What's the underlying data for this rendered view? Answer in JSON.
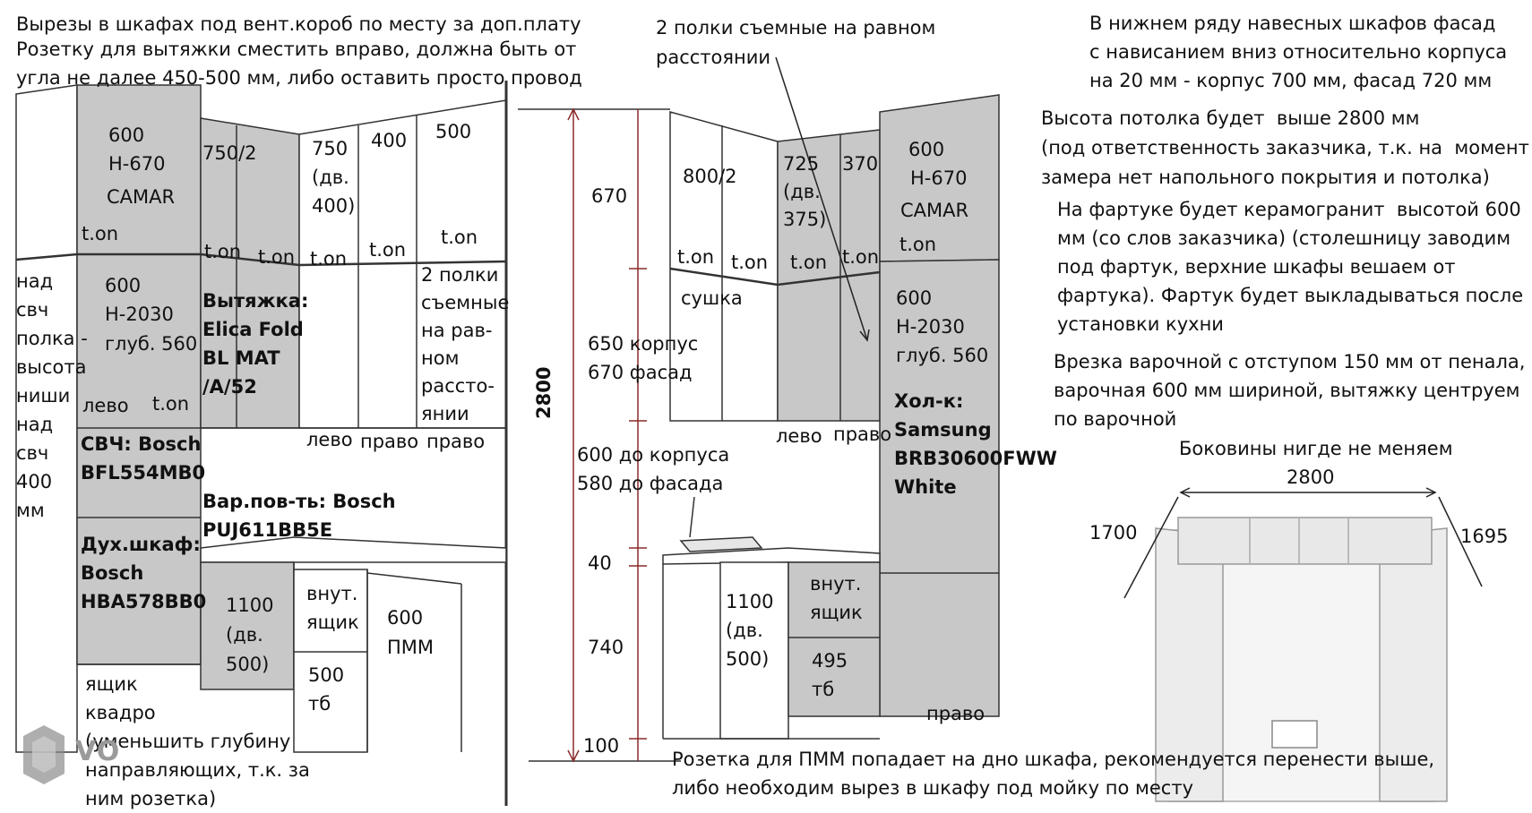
{
  "notes_top_left": {
    "line1": "Вырезы в шкафах под вент.короб  по месту за доп.плату",
    "line2": "Розетку для вытяжки  сместить вправо, должна быть от",
    "line3": "угла не далее 450-500 мм, либо оставить просто провод"
  },
  "left_view": {
    "upper_600": "600",
    "upper_h670": "Н-670",
    "upper_camar": "CAMAR",
    "upper_ton_1": "t.on",
    "c750_2": "750/2",
    "ton_a": "t.on",
    "ton_b": "t.on",
    "c750_dv400": "750\n(дв.\n400)",
    "ton_c": "t.on",
    "c400": "400",
    "ton_d": "t.on",
    "c500": "500",
    "ton_e": "t.on",
    "shelves_note": "2 полки\nсъемные\nна рав-\nном\nрассто-\nянии",
    "above_mw_note": "над\nсвч\nполка -\nвысота\nниши\nнад\nсвч\n400\nмм",
    "tall_600": "600",
    "tall_h2030": "Н-2030",
    "tall_depth": "глуб. 560",
    "levo_1": "лево",
    "ton_f": "t.on",
    "hood": "Вытяжка:\nElica Fold\nBL MAT\n/A/52",
    "levo_2": "лево",
    "pravo_1": "право",
    "pravo_2": "право",
    "microwave": "СВЧ: Bosch\nBFL554MB0",
    "hob": "Вар.пов-ть: Bosch\nPUJ611BB5E",
    "oven": "Дух.шкаф:\nBosch\nHBA578BB0",
    "c1100": "1100\n(дв.\n500)",
    "inner_drawer": "внут.\nящик",
    "c500_tb": "500\nтб",
    "c600_pmm": "600\nПММ",
    "drawer_note": "ящик\nквадро\n(уменьшить глубину\nнаправляющих, т.к. за\nним розетка)"
  },
  "middle_view": {
    "shelves_note": "2 полки съемные на равном\nрасстоянии",
    "d2800": "2800",
    "d670": "670",
    "c800_2": "800/2",
    "c725": "725\n(дв.\n375)",
    "c370": "370",
    "ton_1": "t.on",
    "ton_2": "t.on",
    "ton_3": "t.on",
    "ton_4": "t.on",
    "drying": "сушка",
    "d650": "650 корпус\n670 фасад",
    "levo": "лево",
    "pravo": "право",
    "d600": "600 до корпуса\n580 до фасада",
    "d40": "40",
    "d740": "740",
    "d100": "100",
    "c1100": "1100\n(дв.\n500)",
    "inner_drawer": "внут.\nящик",
    "c495": "495\nтб",
    "socket_note": "Розетка для ПММ попадает на дно шкафа, рекомендуется перенести выше,\nлибо необходим вырез в шкафу под мойку по месту"
  },
  "right_column": {
    "tall_600": "600",
    "tall_h670": "Н-670",
    "tall_camar": "CAMAR",
    "tall_ton": "t.on",
    "t600": "600",
    "t_h2030": "Н-2030",
    "t_depth": "глуб. 560",
    "fridge": "Хол-к:\nSamsung\nBRB30600FWW\nWhite",
    "pravo": "право"
  },
  "notes_right": {
    "facade": "В нижнем ряду навесных шкафов фасад\nс нависанием вниз относительно корпуса\nна 20 мм - корпус 700 мм, фасад 720 мм",
    "ceiling": "Высота потолка будет  выше 2800 мм\n(под ответственность заказчика, т.к. на  момент\nзамера нет напольного покрытия и потолка)",
    "apron": "На фартуке будет керамогранит  высотой 600\nмм (со слов заказчика) (столешницу заводим\nпод фартук, верхние шкафы вешаем от\nфартука). Фартук будет выкладываться после\nустановки кухни",
    "hob_cut": "Врезка варочной с отступом 150 мм от пенала,\nварочная 600 мм шириной, вытяжку центруем\nпо варочной",
    "sides": "Боковины нигде не меняем"
  },
  "plan": {
    "w2800": "2800",
    "l1700": "1700",
    "r1695": "1695"
  },
  "watermark": "VO",
  "colors": {
    "cabinet_gray": "#c8c8c8",
    "line": "#333333",
    "dimension": "#8b2a2a"
  }
}
